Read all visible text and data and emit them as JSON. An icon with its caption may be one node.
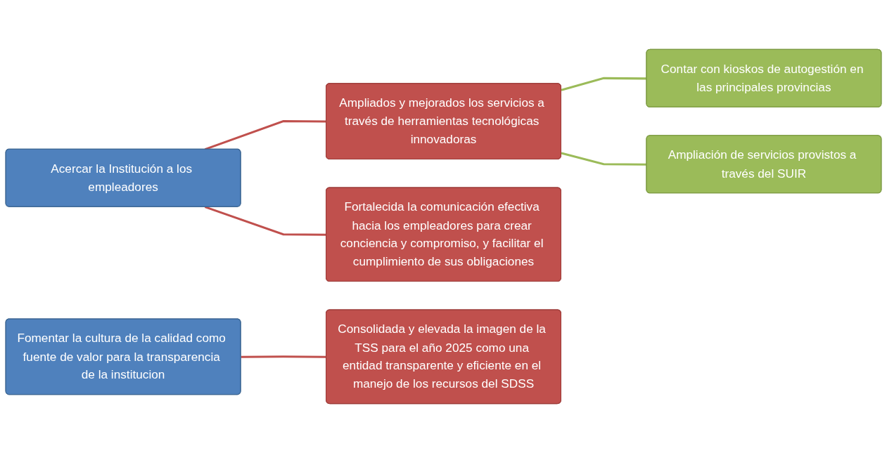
{
  "diagram": {
    "nodes": [
      {
        "text": [
          "Acercar la Institución a los empleadores"
        ]
      },
      {
        "text": [
          "Ampliados y mejorados los servicios a través de herramientas tecnológicas innovadoras"
        ]
      },
      {
        "text": [
          "Fortalecida la comunicación efectiva hacia los empleadores para crear conciencia y compromiso, y facilitar el cumplimiento de sus obligaciones"
        ]
      },
      {
        "text": [
          "Contar con kioskos de autogestión en las principales provincias"
        ]
      },
      {
        "text": [
          "Ampliación de servicios provistos a través del SUIR"
        ]
      },
      {
        "text": [
          "Fomentar la cultura de la calidad como fuente de valor para la transparencia de la institucion"
        ]
      },
      {
        "text": [
          "Consolidada y elevada la imagen de la TSS para el año 2025 como una entidad transparente y eficiente en el manejo de los recursos del SDSS"
        ]
      }
    ],
    "edges": [
      {
        "from": 0,
        "to": 1,
        "arrow": "none"
      },
      {
        "from": 0,
        "to": 2,
        "arrow": "none"
      },
      {
        "from": 1,
        "to": 3,
        "arrow": "none",
        "color": "#9bbb59"
      },
      {
        "from": 1,
        "to": 4,
        "arrow": "none",
        "color": "#9bbb59"
      },
      {
        "from": 5,
        "to": 6,
        "arrow": "none"
      }
    ]
  }
}
